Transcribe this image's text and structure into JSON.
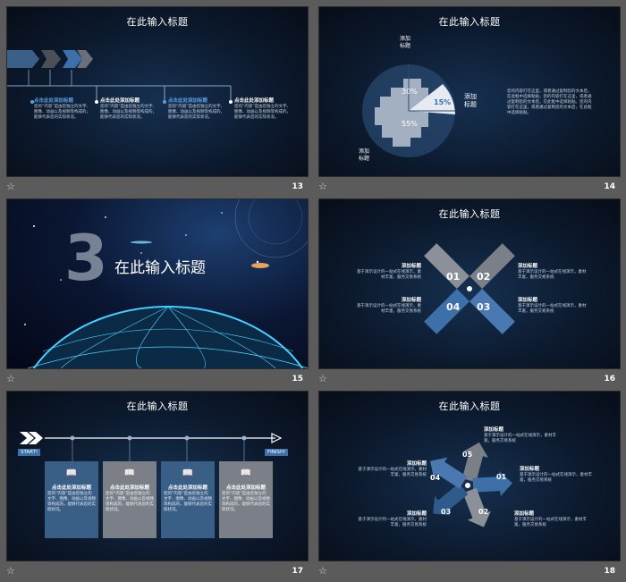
{
  "slides": [
    {
      "number": "13",
      "title": "在此输入标题",
      "items": [
        {
          "heading": "点击此处添加标题",
          "body": "您的“内容”是由您独立的文字、图像、动画以及视频等构成的，能够代表您的实际状况。"
        },
        {
          "heading": "点击此处添加标题",
          "body": "您的“内容”是由您独立的文字、图像、动画以及视频等构成的，能够代表您的实际状况。"
        },
        {
          "heading": "点击此处添加标题",
          "body": "您的“内容”是由您独立的文字、图像、动画以及视频等构成的，能够代表您的实际状况。"
        },
        {
          "heading": "点击此处添加标题",
          "body": "您的“内容”是由您独立的文字、图像、动画以及视频等构成的，能够代表您的实际状况。"
        }
      ]
    },
    {
      "number": "14",
      "label_top": "添加\n标题",
      "label_right": "添加\n标题",
      "label_bottom": "添加\n标题",
      "title": "在此输入标题",
      "pct_a": "30%",
      "pct_b": "15%",
      "pct_c": "55%",
      "body": "您的内容打在这里，或者通过复制您的文本后，在此框中选择粘贴，您的内容打在这里，或者通过复制您的文本后，在此框中选择粘贴。您的内容打在这里，或者通过复制您的文本后，在此框中选择粘贴。"
    },
    {
      "number": "15",
      "big_number": "3",
      "title": "在此输入标题"
    },
    {
      "number": "16",
      "title": "在此输入标题",
      "badges": [
        "01",
        "02",
        "03",
        "04"
      ],
      "items": [
        {
          "heading": "添加标题",
          "body": "基于演示设计的一站式在线演示，素材丰富，服务交易系统"
        },
        {
          "heading": "添加标题",
          "body": "基于演示设计的一站式在线演示，素材丰富，服务交易系统"
        },
        {
          "heading": "添加标题",
          "body": "基于演示设计的一站式在线演示，素材丰富，服务交易系统"
        },
        {
          "heading": "添加标题",
          "body": "基于演示设计的一站式在线演示，素材丰富，服务交易系统"
        }
      ]
    },
    {
      "number": "17",
      "title": "在此输入标题",
      "start_label": "START!",
      "finish_label": "FINISH!",
      "cards": [
        {
          "heading": "点击此处添加标题",
          "body": "您的“内容”是由您独立的文字、图像、动画以及视频等构成的，能够代表您的实际状况。"
        },
        {
          "heading": "点击此处添加标题",
          "body": "您的“内容”是由您独立的文字、图像、动画以及视频等构成的，能够代表您的实际状况。"
        },
        {
          "heading": "点击此处添加标题",
          "body": "您的“内容”是由您独立的文字、图像、动画以及视频等构成的，能够代表您的实际状况。"
        },
        {
          "heading": "点击此处添加标题",
          "body": "您的“内容”是由您独立的文字、图像、动画以及视频等构成的，能够代表您的实际状况。"
        }
      ]
    },
    {
      "number": "18",
      "title": "在此输入标题",
      "badges": [
        "01",
        "02",
        "03",
        "04",
        "05"
      ],
      "items": [
        {
          "heading": "添加标题",
          "body": "基于演示设计的一站式在线演示，素材丰富，服务交易系统"
        },
        {
          "heading": "添加标题",
          "body": "基于演示设计的一站式在线演示，素材丰富，服务交易系统"
        },
        {
          "heading": "添加标题",
          "body": "基于演示设计的一站式在线演示，素材丰富，服务交易系统"
        },
        {
          "heading": "添加标题",
          "body": "基于演示设计的一站式在线演示，素材丰富，服务交易系统"
        },
        {
          "heading": "添加标题",
          "body": "基于演示设计的一站式在线演示，素材丰富，服务交易系统"
        }
      ]
    }
  ],
  "colors": {
    "accent": "#3d6fa8",
    "accent_light": "#5aa0e0",
    "card_dark": "#3a5f86",
    "card_gray": "#7a7f88"
  },
  "icons": {
    "footer": "star-icon",
    "book": "book-icon"
  }
}
